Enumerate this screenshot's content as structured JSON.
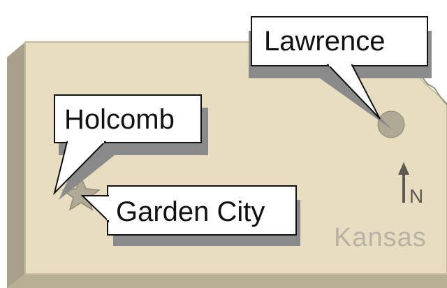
{
  "map": {
    "state_label": "Kansas",
    "north_label": "N",
    "colors": {
      "land": "#e8dcc1",
      "land_edge": "#c9bd9f",
      "shadow": "#a8a08a",
      "border": "#9a937f",
      "marker": "#b0a993",
      "marker_edge": "#8f8874",
      "callout_fill": "#ffffff",
      "callout_stroke": "#111111",
      "callout_shadow": "#8a8a8a",
      "label_muted": "#b9b2a3"
    }
  },
  "places": [
    {
      "id": "lawrence",
      "name": "Lawrence",
      "marker": "circle-marker"
    },
    {
      "id": "holcomb",
      "name": "Holcomb",
      "marker": "none"
    },
    {
      "id": "garden-city",
      "name": "Garden City",
      "marker": "star-marker"
    }
  ]
}
